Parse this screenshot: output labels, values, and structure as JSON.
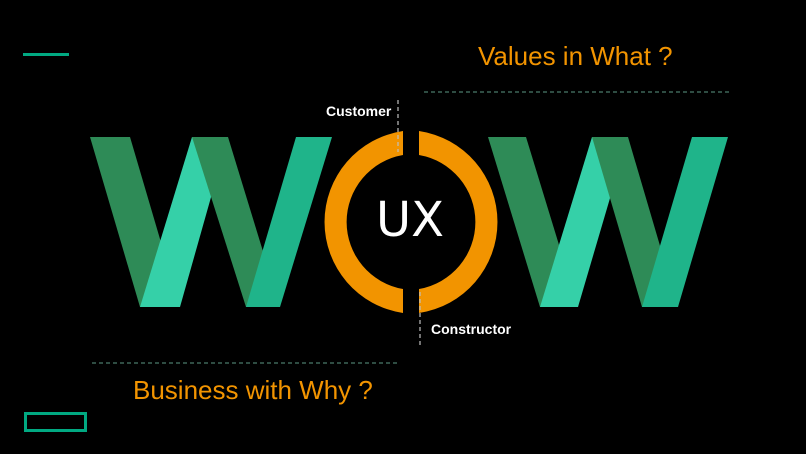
{
  "slide": {
    "top_heading": "Values in What ?",
    "bottom_heading": "Business with Why ?",
    "label_top": "Customer",
    "label_bottom": "Constructor",
    "center": "UX"
  },
  "colors": {
    "background": "#000000",
    "accent_orange": "#f29400",
    "green_dark": "#2e8b57",
    "green_mid": "#1fb48a",
    "green_light": "#35d0a8",
    "brand_green": "#01a982",
    "text_white": "#ffffff",
    "dashed_line": "#4a7a6a"
  },
  "icons": {
    "logo_bar": "brand-bar-icon",
    "logo_rect": "brand-rectangle-icon"
  }
}
